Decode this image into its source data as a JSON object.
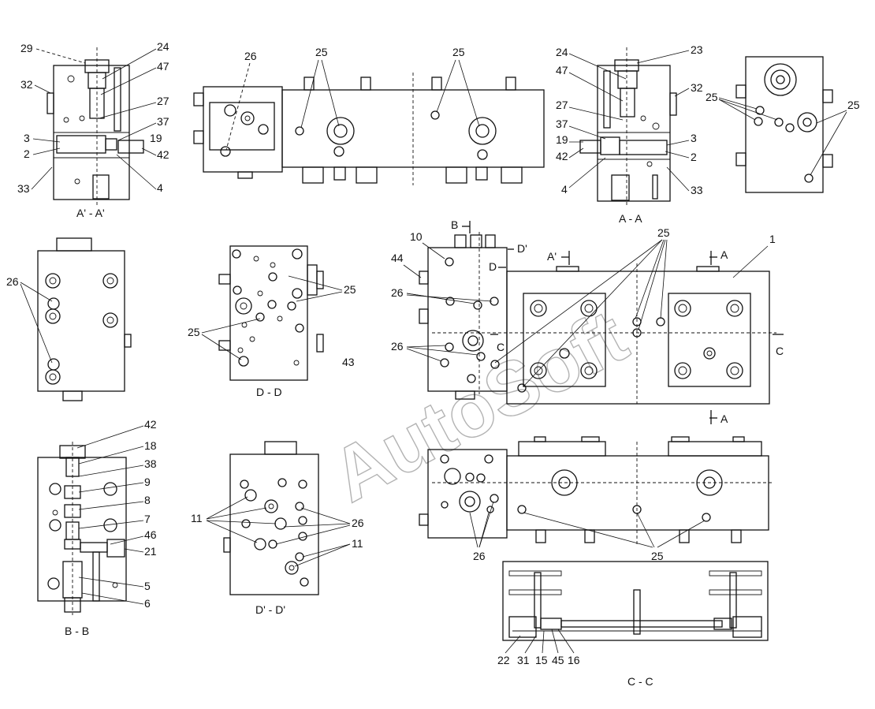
{
  "watermark": "AutoSoft",
  "views": {
    "a1": {
      "caption": "A' - A'"
    },
    "aa": {
      "caption": "A - A"
    },
    "dd": {
      "caption": "D - D"
    },
    "d1": {
      "caption": "D' - D'"
    },
    "bb": {
      "caption": "B - B"
    },
    "cc": {
      "caption": "C - C"
    }
  },
  "section_marks": [
    "B",
    "D'",
    "D",
    "A'",
    "A",
    "A",
    "C",
    "C"
  ],
  "part_numbers": {
    "a1": [
      "29",
      "24",
      "47",
      "32",
      "27",
      "37",
      "3",
      "19",
      "2",
      "42",
      "33",
      "4"
    ],
    "top_block": [
      "26",
      "25",
      "25"
    ],
    "aa": [
      "24",
      "23",
      "47",
      "32",
      "27",
      "37",
      "3",
      "19",
      "42",
      "2",
      "4",
      "33"
    ],
    "right_view": [
      "25",
      "25"
    ],
    "left_mid": [
      "26"
    ],
    "dd": [
      "25",
      "25",
      "43"
    ],
    "main": [
      "10",
      "44",
      "26",
      "26",
      "25",
      "1"
    ],
    "bb": [
      "42",
      "18",
      "38",
      "9",
      "8",
      "7",
      "46",
      "21",
      "5",
      "6"
    ],
    "d1": [
      "11",
      "26",
      "11"
    ],
    "cc_upper": [
      "26",
      "25"
    ],
    "cc_lower": [
      "22",
      "31",
      "15",
      "45",
      "16"
    ]
  }
}
